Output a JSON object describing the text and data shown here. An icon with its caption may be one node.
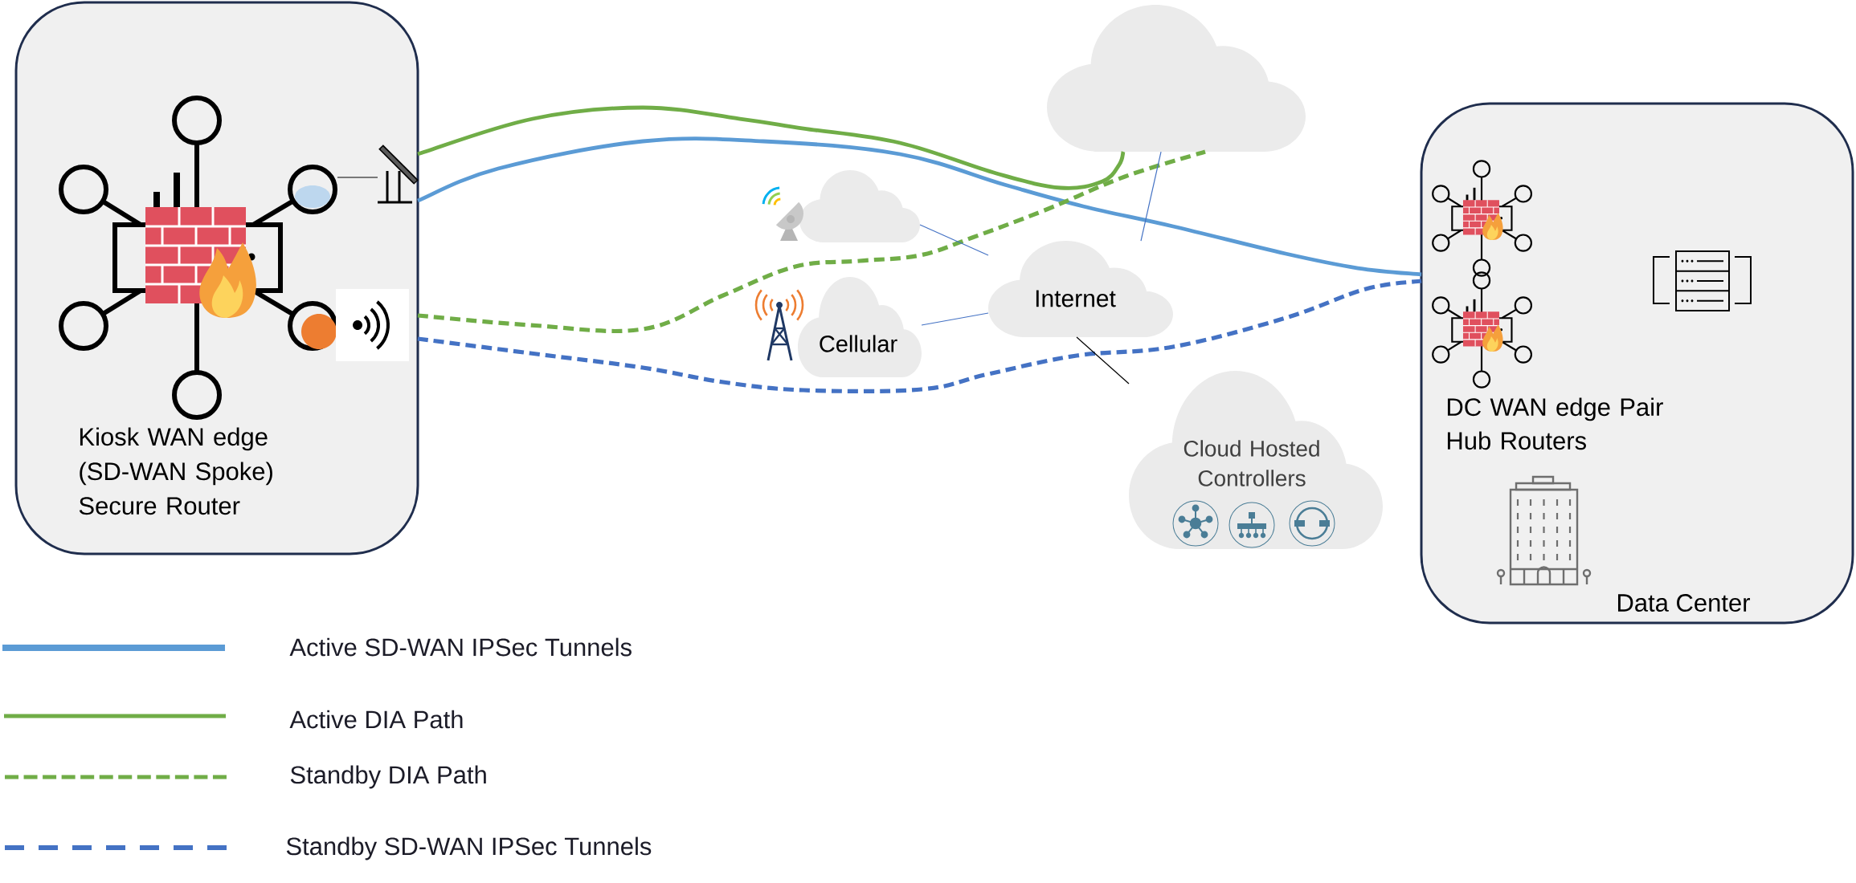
{
  "diagram": {
    "nodes": [
      {
        "text": [
          "Kiosk WAN edge (SD-WAN Spoke) Secure Router"
        ]
      },
      {
        "text": [],
        "shape": "picture",
        "in": 0
      },
      {
        "text": [],
        "shape": "picture",
        "in": 0
      },
      {
        "text": [],
        "shape": "cloud"
      },
      {
        "text": [],
        "shape": "cloud"
      },
      {
        "text": [
          "DC WAN edge Pair Hub Routers",
          "Data Center"
        ]
      },
      {
        "text": [
          "Internet"
        ]
      },
      {
        "text": [
          "Cellular"
        ]
      },
      {
        "text": [
          "Cloud Hosted Controllers"
        ]
      }
    ],
    "edges": [
      {
        "from": 0,
        "to": 5,
        "arrow": "none",
        "style": "thick",
        "color": "#5b9bd5"
      },
      {
        "from": 0,
        "to": 3,
        "arrow": "none",
        "style": "thick",
        "color": "#70ad47"
      },
      {
        "from": 0,
        "to": 3,
        "arrow": "none",
        "style": "dashed",
        "color": "#70ad47"
      },
      {
        "from": 0,
        "to": 5,
        "arrow": "none",
        "style": "dashed",
        "color": "#4472c4"
      },
      {
        "from": 4,
        "to": 6,
        "arrow": "none",
        "color": "#4472c4"
      },
      {
        "from": 7,
        "to": 6,
        "arrow": "none",
        "color": "#4472c4"
      },
      {
        "from": 6,
        "to": 3,
        "arrow": "none",
        "color": "#4472c4"
      },
      {
        "from": 6,
        "to": 8,
        "arrow": "none",
        "color": "#000000"
      },
      {
        "from": 1,
        "to": 2,
        "arrow": "none",
        "color": "#000000"
      }
    ],
    "legend": [
      {
        "text": "Active SD-WAN IPSec Tunnels"
      },
      {
        "text": "Active DIA Path"
      },
      {
        "text": "Standby DIA Path"
      },
      {
        "text": "Standby SD-WAN IPSec Tunnels"
      }
    ]
  }
}
